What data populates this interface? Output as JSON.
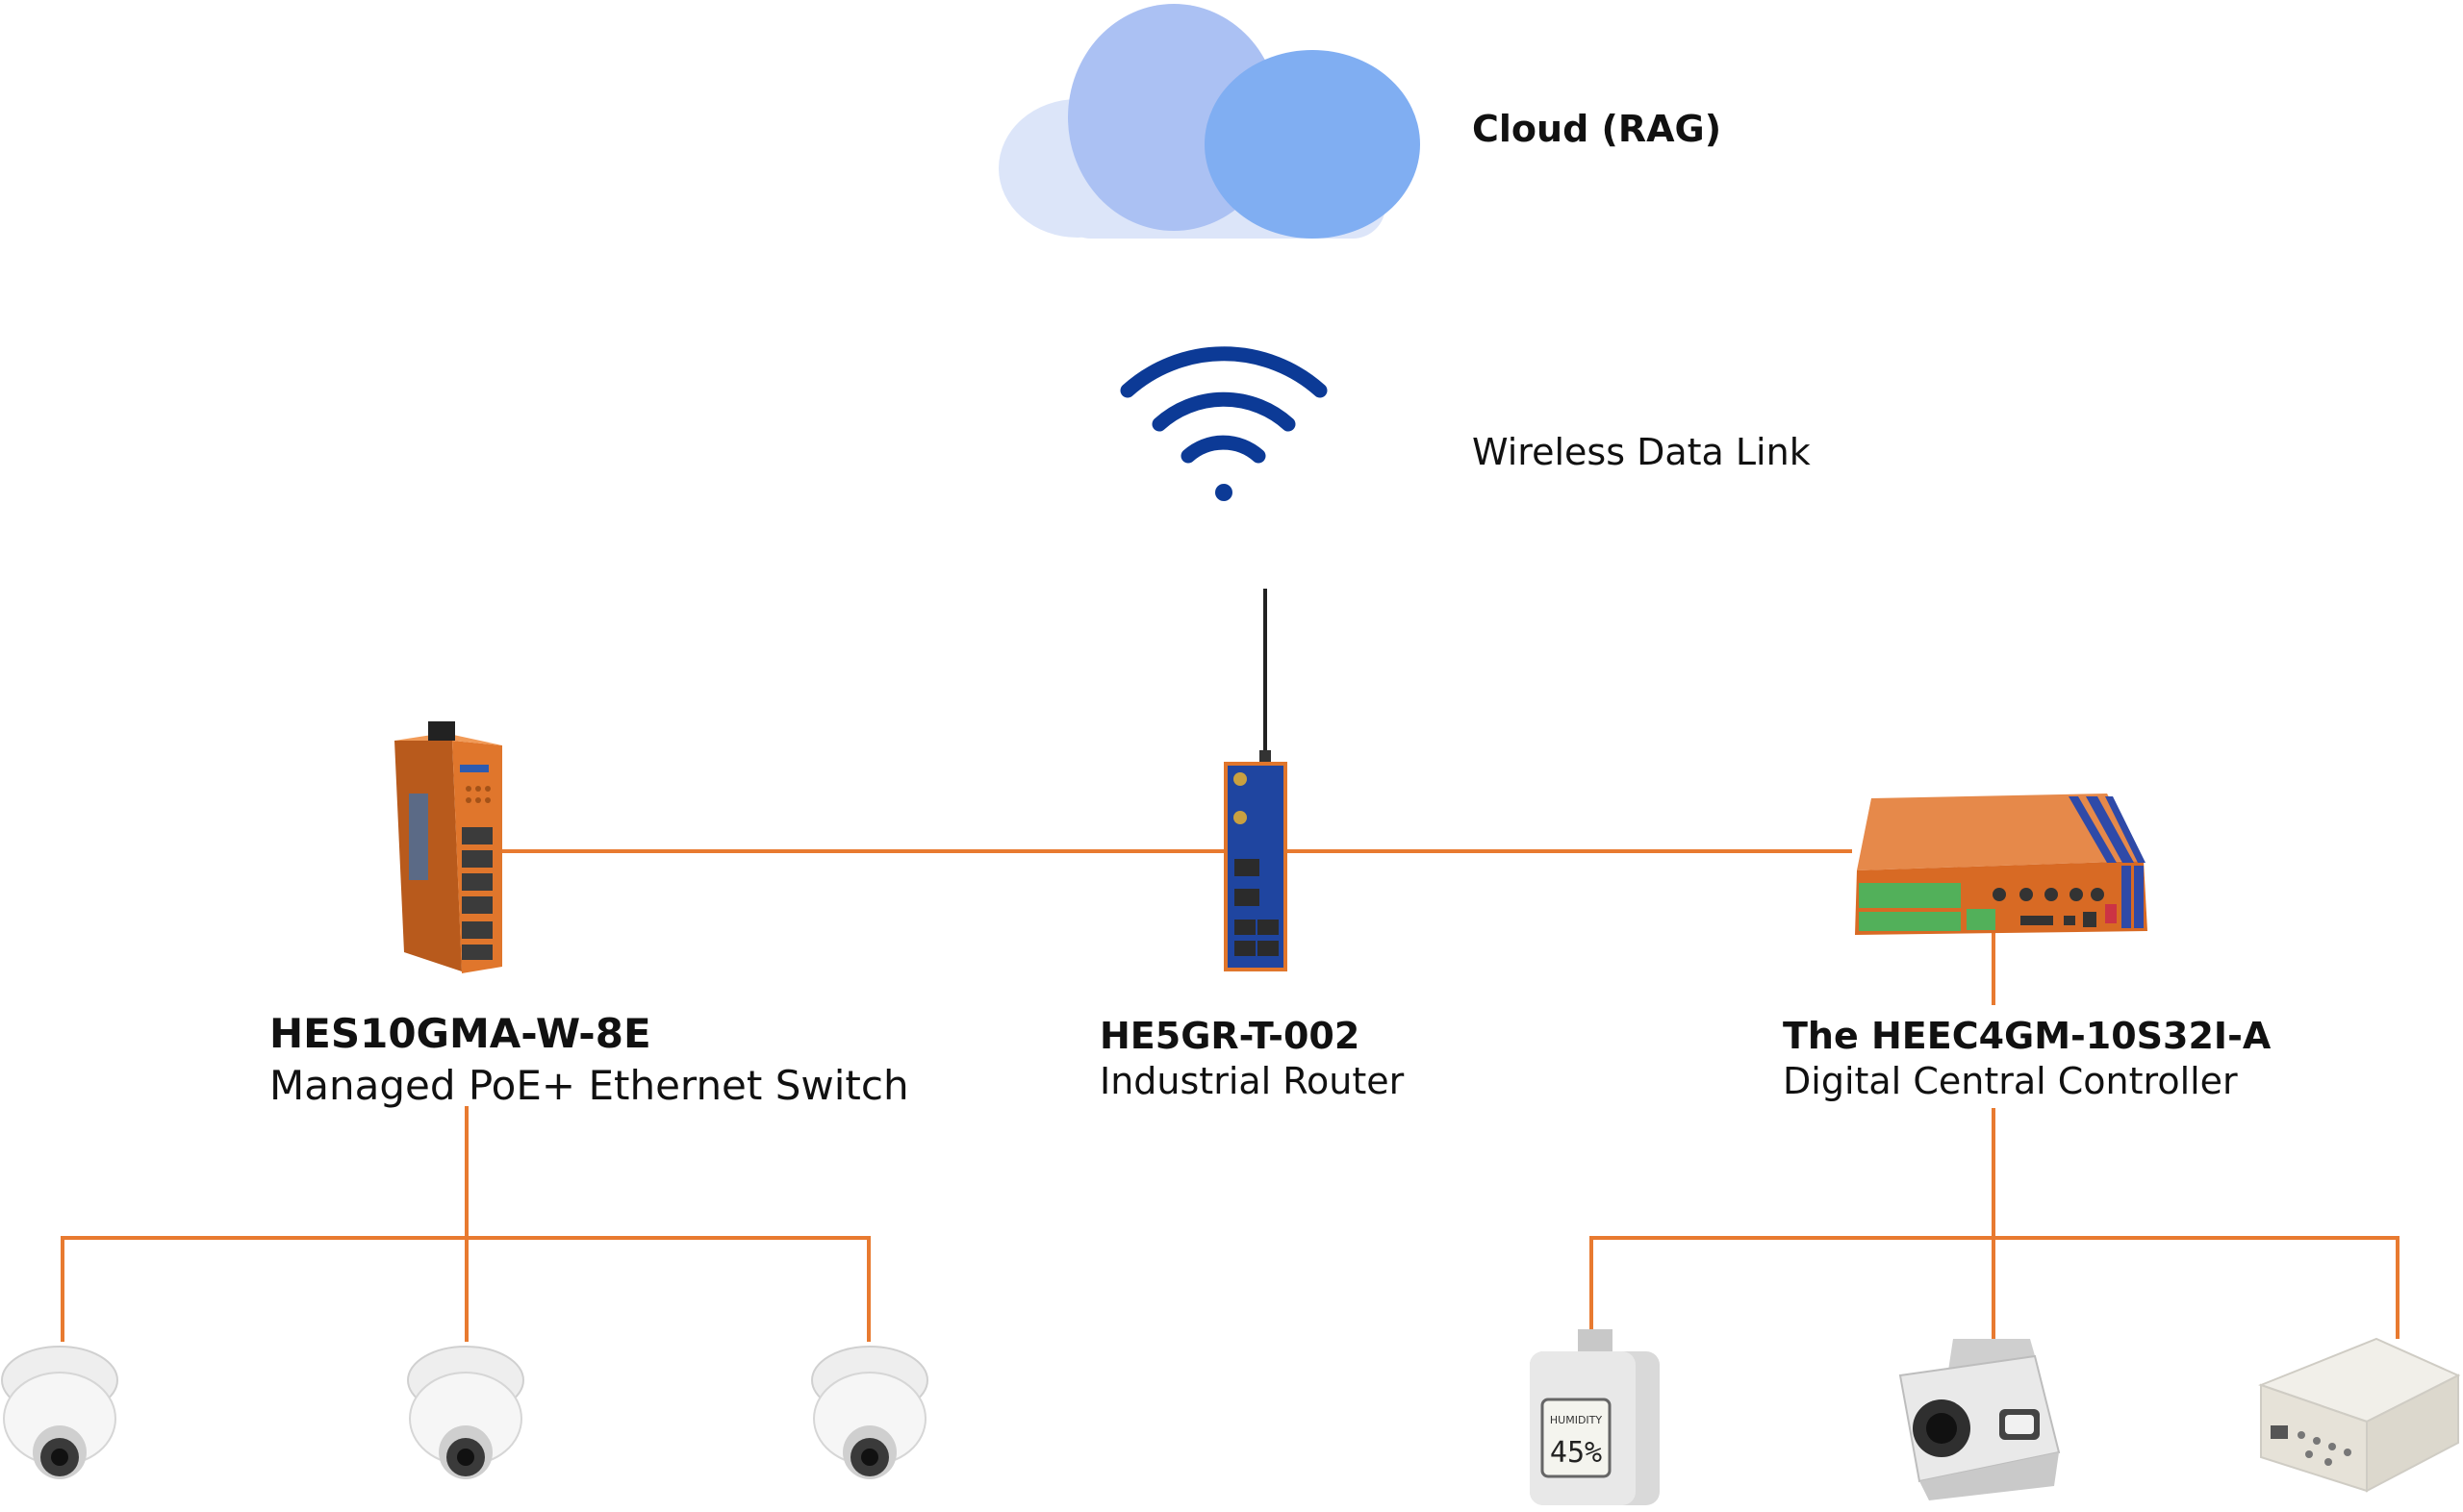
{
  "cloud": {
    "label": "Cloud (RAG)"
  },
  "wireless": {
    "label": "Wireless Data Link"
  },
  "switch": {
    "name": "HES10GMA-W-8E",
    "description": "Managed PoE+ Ethernet Switch"
  },
  "router": {
    "name": "HE5GR-T-002",
    "description": "Industrial Router"
  },
  "controller": {
    "name": "The HEEC4GM-10S32I-A",
    "description": "Digital Central Controller"
  },
  "humidity_sensor": {
    "top_text": "HUMIDITY",
    "reading": "45%"
  },
  "colors": {
    "link": "#e87a30",
    "device_orange": "#e0762c",
    "router_blue": "#1f45a0",
    "wifi_blue": "#0c3a96",
    "cloud_light": "#dce5f9",
    "cloud_mid": "#abc1f3",
    "cloud_dark": "#80aef2"
  }
}
